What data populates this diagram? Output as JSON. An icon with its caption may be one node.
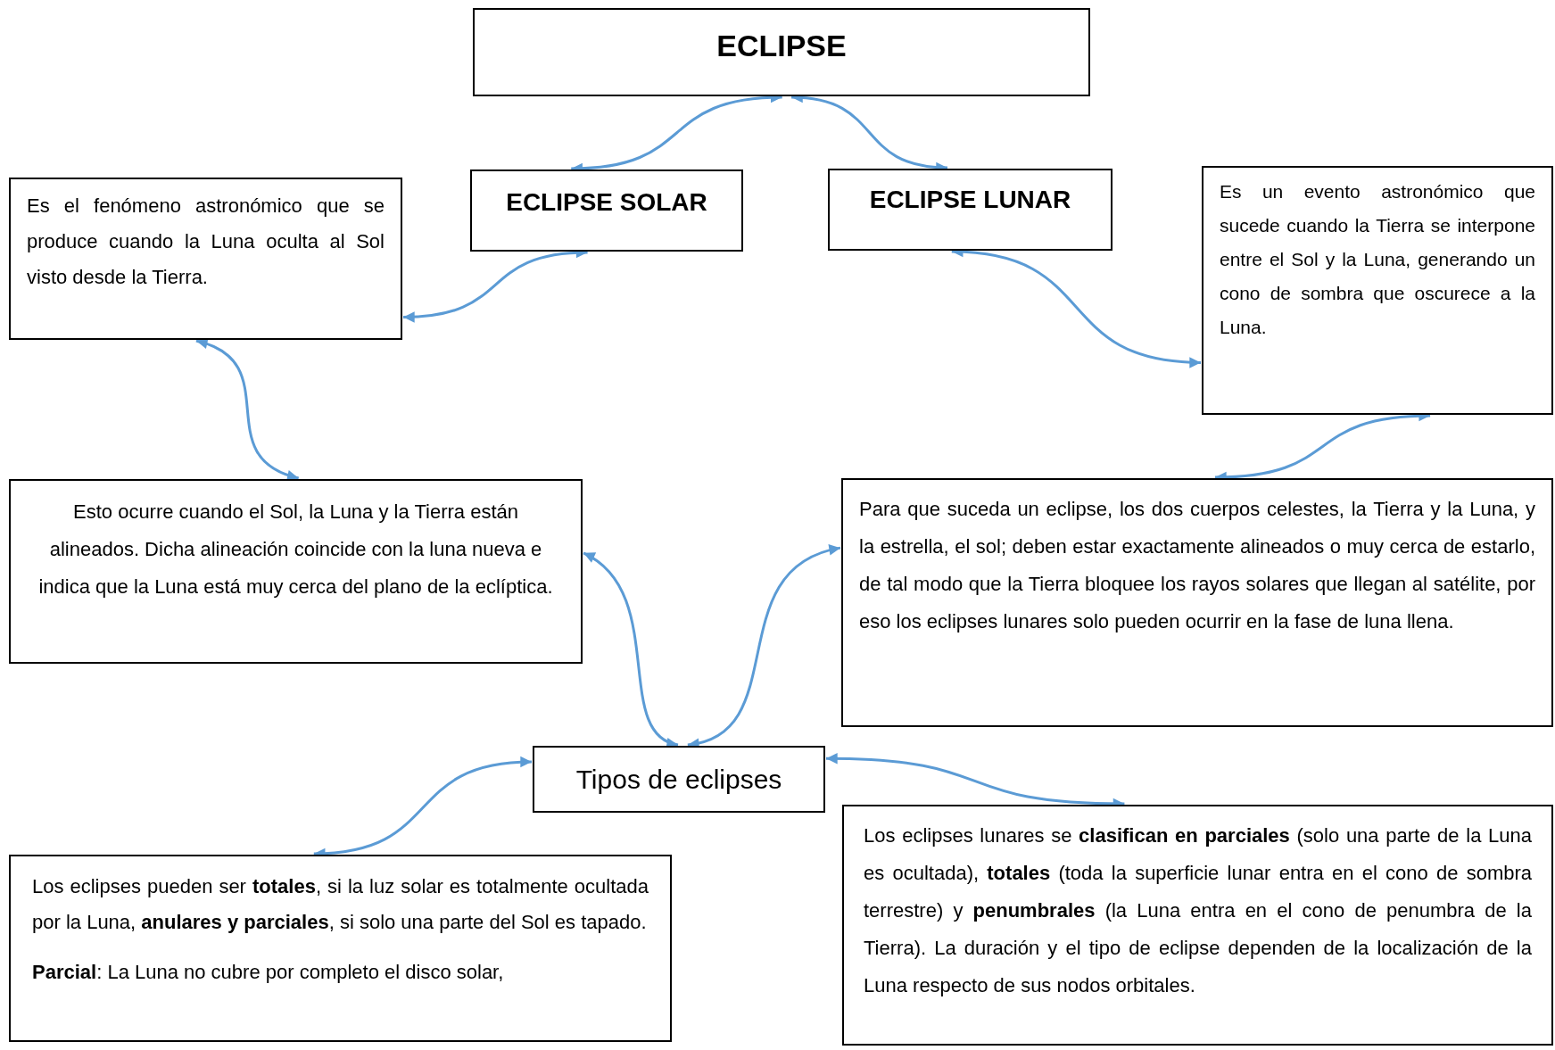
{
  "diagram": {
    "nodes": [
      {
        "text": [
          "ECLIPSE"
        ]
      },
      {
        "text": [
          "ECLIPSE SOLAR"
        ]
      },
      {
        "text": [
          "ECLIPSE LUNAR"
        ]
      },
      {
        "text": [
          "Es el fenómeno astronómico que se produce cuando la Luna oculta al Sol visto desde la Tierra."
        ]
      },
      {
        "text": [
          "Es un evento astronómico que sucede cuando la Tierra se interpone entre el Sol y la Luna, generando un cono de sombra que oscurece a la Luna."
        ]
      },
      {
        "text": [
          "Esto ocurre cuando el Sol, la Luna y la Tierra están alineados. Dicha alineación coincide con la luna nueva e indica que la Luna está muy cerca del plano de la eclíptica."
        ]
      },
      {
        "text": [
          "Para que suceda un eclipse, los dos cuerpos celestes, la Tierra y la Luna, y la estrella, el sol; deben estar exactamente alineados o muy cerca de estarlo, de tal modo que la Tierra bloquee los rayos solares que llegan al satélite, por eso los eclipses lunares solo pueden ocurrir en la fase de luna llena."
        ]
      },
      {
        "text": [
          "Tipos de eclipses"
        ]
      },
      {
        "text": [
          "Los eclipses pueden ser **totales**, si la luz solar es totalmente ocultada por la Luna, **anulares y parciales**, si solo una parte del Sol es tapado.",
          "**Parcial**: La Luna no cubre por completo el disco solar,"
        ]
      },
      {
        "text": [
          "Los eclipses lunares se **clasifican en parciales** (solo una parte de la Luna es ocultada), **totales** (toda la superficie lunar entra en el cono de sombra terrestre) y **penumbrales** (la Luna entra en el cono de penumbra de la Tierra). La duración y el tipo de eclipse dependen de la localización de la Luna respecto de sus nodos orbitales."
        ]
      }
    ],
    "edges": [
      {
        "from": 0,
        "to": 1,
        "arrow": "both"
      },
      {
        "from": 0,
        "to": 2,
        "arrow": "both"
      },
      {
        "from": 1,
        "to": 3,
        "arrow": "both"
      },
      {
        "from": 2,
        "to": 4,
        "arrow": "both"
      },
      {
        "from": 3,
        "to": 5,
        "arrow": "both"
      },
      {
        "from": 4,
        "to": 6,
        "arrow": "both"
      },
      {
        "from": 5,
        "to": 7,
        "arrow": "both"
      },
      {
        "from": 6,
        "to": 7,
        "arrow": "both"
      },
      {
        "from": 7,
        "to": 8,
        "arrow": "both"
      },
      {
        "from": 7,
        "to": 9,
        "arrow": "both"
      }
    ]
  }
}
